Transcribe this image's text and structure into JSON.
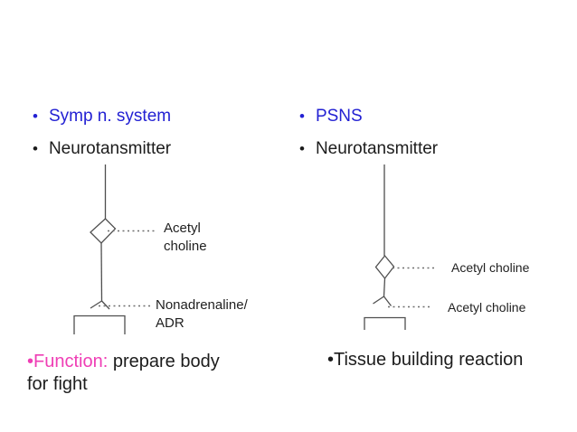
{
  "slide": {
    "bullet_glyph": "•",
    "colors": {
      "accent_blue": "#2321d3",
      "accent_magenta": "#ef3eb5",
      "text_black": "#1c1c1c",
      "diagram_line": "#4f4f4f",
      "diagram_dotted": "#6e6e6e"
    },
    "left": {
      "bullet1": "Symp n. system",
      "bullet2": "Neurotansmitter",
      "label_synapse_line1": "Acetyl",
      "label_synapse_line2": "choline",
      "label_terminal_line1": "Nonadrenaline/",
      "label_terminal_line2": "ADR",
      "function_prefix": "•Function:",
      "function_text": " prepare body for fight"
    },
    "right": {
      "bullet1": "PSNS",
      "bullet2": "Neurotansmitter",
      "label_synapse": "Acetyl choline",
      "label_terminal": "Acetyl choline",
      "function_text": "•Tissue building reaction"
    }
  }
}
